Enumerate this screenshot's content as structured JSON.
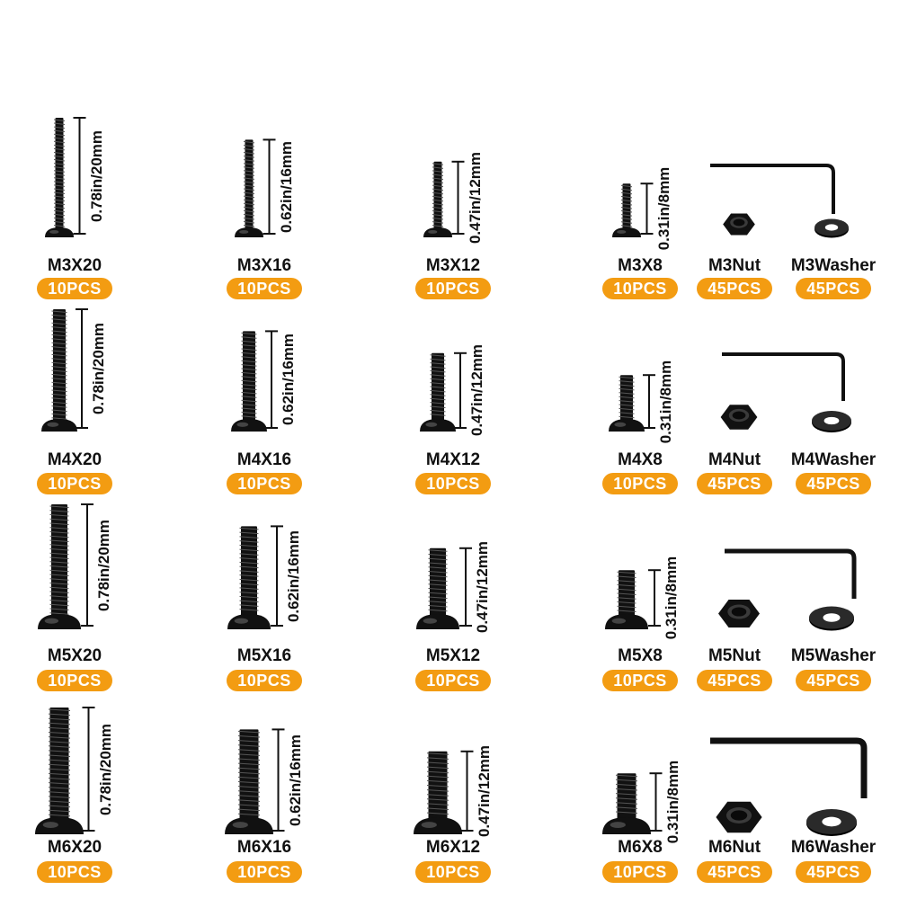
{
  "colors": {
    "pill": "#f39c12",
    "hardware": "#111111"
  },
  "rows": [
    {
      "items": [
        {
          "kind": "screw",
          "label": "M3X20",
          "qty": "10PCS",
          "dim": "0.78in/20mm",
          "length": 20,
          "size": 3
        },
        {
          "kind": "screw",
          "label": "M3X16",
          "qty": "10PCS",
          "dim": "0.62in/16mm",
          "length": 16,
          "size": 3
        },
        {
          "kind": "screw",
          "label": "M3X12",
          "qty": "10PCS",
          "dim": "0.47in/12mm",
          "length": 12,
          "size": 3
        },
        {
          "kind": "screw",
          "label": "M3X8",
          "qty": "10PCS",
          "dim": "0.31in/8mm",
          "length": 8,
          "size": 3
        },
        {
          "kind": "nut",
          "label": "M3Nut",
          "qty": "45PCS",
          "size": 3
        },
        {
          "kind": "washer",
          "label": "M3Washer",
          "qty": "45PCS",
          "size": 3
        }
      ]
    },
    {
      "items": [
        {
          "kind": "screw",
          "label": "M4X20",
          "qty": "10PCS",
          "dim": "0.78in/20mm",
          "length": 20,
          "size": 4
        },
        {
          "kind": "screw",
          "label": "M4X16",
          "qty": "10PCS",
          "dim": "0.62in/16mm",
          "length": 16,
          "size": 4
        },
        {
          "kind": "screw",
          "label": "M4X12",
          "qty": "10PCS",
          "dim": "0.47in/12mm",
          "length": 12,
          "size": 4
        },
        {
          "kind": "screw",
          "label": "M4X8",
          "qty": "10PCS",
          "dim": "0.31in/8mm",
          "length": 8,
          "size": 4
        },
        {
          "kind": "nut",
          "label": "M4Nut",
          "qty": "45PCS",
          "size": 4
        },
        {
          "kind": "washer",
          "label": "M4Washer",
          "qty": "45PCS",
          "size": 4
        }
      ]
    },
    {
      "items": [
        {
          "kind": "screw",
          "label": "M5X20",
          "qty": "10PCS",
          "dim": "0.78in/20mm",
          "length": 20,
          "size": 5
        },
        {
          "kind": "screw",
          "label": "M5X16",
          "qty": "10PCS",
          "dim": "0.62in/16mm",
          "length": 16,
          "size": 5
        },
        {
          "kind": "screw",
          "label": "M5X12",
          "qty": "10PCS",
          "dim": "0.47in/12mm",
          "length": 12,
          "size": 5
        },
        {
          "kind": "screw",
          "label": "M5X8",
          "qty": "10PCS",
          "dim": "0.31in/8mm",
          "length": 8,
          "size": 5
        },
        {
          "kind": "nut",
          "label": "M5Nut",
          "qty": "45PCS",
          "size": 5
        },
        {
          "kind": "washer",
          "label": "M5Washer",
          "qty": "45PCS",
          "size": 5
        }
      ]
    },
    {
      "items": [
        {
          "kind": "screw",
          "label": "M6X20",
          "qty": "10PCS",
          "dim": "0.78in/20mm",
          "length": 20,
          "size": 6
        },
        {
          "kind": "screw",
          "label": "M6X16",
          "qty": "10PCS",
          "dim": "0.62in/16mm",
          "length": 16,
          "size": 6
        },
        {
          "kind": "screw",
          "label": "M6X12",
          "qty": "10PCS",
          "dim": "0.47in/12mm",
          "length": 12,
          "size": 6
        },
        {
          "kind": "screw",
          "label": "M6X8",
          "qty": "10PCS",
          "dim": "0.31in/8mm",
          "length": 8,
          "size": 6
        },
        {
          "kind": "nut",
          "label": "M6Nut",
          "qty": "45PCS",
          "size": 6
        },
        {
          "kind": "washer",
          "label": "M6Washer",
          "qty": "45PCS",
          "size": 6
        }
      ]
    }
  ]
}
